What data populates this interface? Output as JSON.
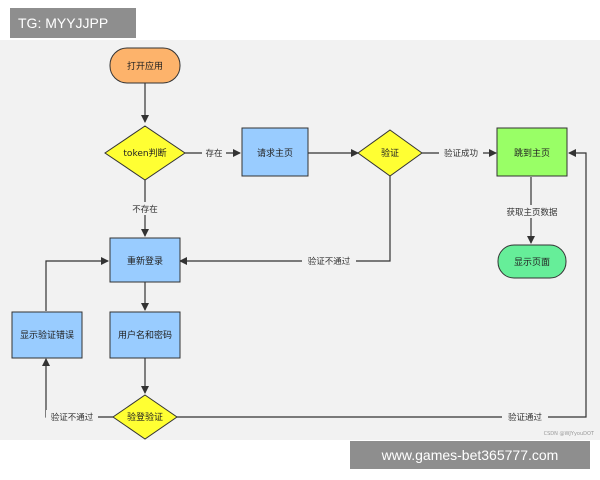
{
  "header": {
    "tg_label": "TG: MYYJJPP"
  },
  "footer": {
    "url_banner": "www.games-bet365777.com"
  },
  "watermark": "CSDN @WJYyouDOT",
  "colors": {
    "start": "#fdb36b",
    "decision": "#ffff33",
    "process": "#99ccff",
    "success": "#99ff66",
    "end": "#66ee99",
    "border": "#333333"
  },
  "nodes": {
    "open_app": "打开应用",
    "token_check": "token判断",
    "request_home": "请求主页",
    "verify": "验证",
    "goto_home": "跳到主页",
    "show_page": "显示页面",
    "relogin": "重新登录",
    "show_error": "显示验证错误",
    "user_password": "用户名和密码",
    "login_verify": "验登验证"
  },
  "edges": {
    "exists": "存在",
    "not_exists": "不存在",
    "verify_success": "验证成功",
    "get_home_data": "获取主页数据",
    "verify_fail_relogin": "验证不通过",
    "verify_fail_error": "验证不通过",
    "verify_pass": "验证通过"
  }
}
